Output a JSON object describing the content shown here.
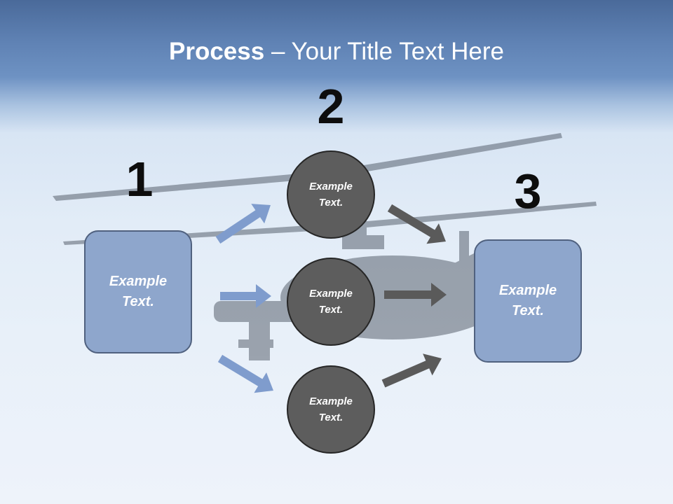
{
  "title": {
    "bold": "Process",
    "rest": " – Your Title Text Here"
  },
  "steps": {
    "one": "1",
    "two": "2",
    "three": "3"
  },
  "input_box": {
    "text": "Example Text."
  },
  "circles": [
    {
      "text": "Example Text."
    },
    {
      "text": "Example Text."
    },
    {
      "text": "Example Text."
    }
  ],
  "output_box": {
    "text": "Example Text."
  },
  "colors": {
    "box_fill": "#8ea6cc",
    "circle_fill": "#5d5d5d",
    "left_arrow": "#7f9ccd",
    "right_arrow": "#5a5a5a"
  }
}
